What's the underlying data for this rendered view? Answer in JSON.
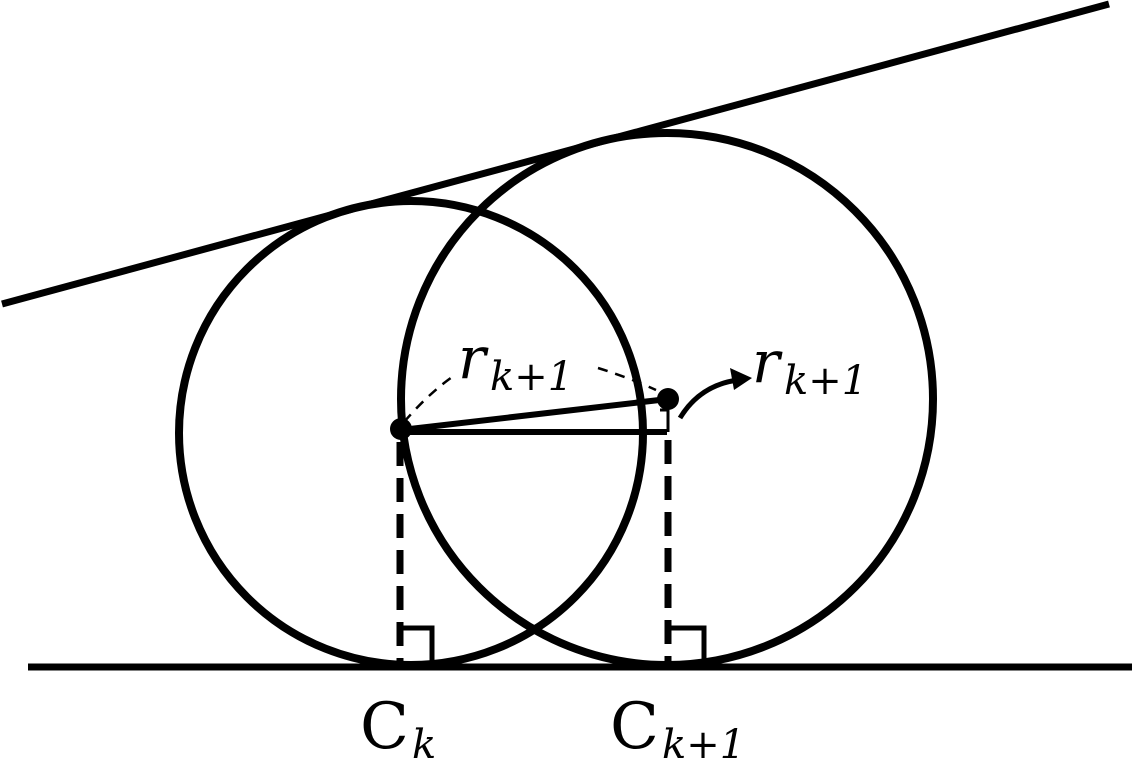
{
  "labels": {
    "radius_inner": {
      "symbol": "r",
      "subscript": "k+1"
    },
    "radius_outer": {
      "symbol": "r",
      "subscript": "k+1"
    },
    "point_left": {
      "symbol": "C",
      "subscript": "k"
    },
    "point_right": {
      "symbol": "C",
      "subscript": "k+1"
    }
  },
  "colors": {
    "stroke": "#000000",
    "background": "#ffffff"
  }
}
